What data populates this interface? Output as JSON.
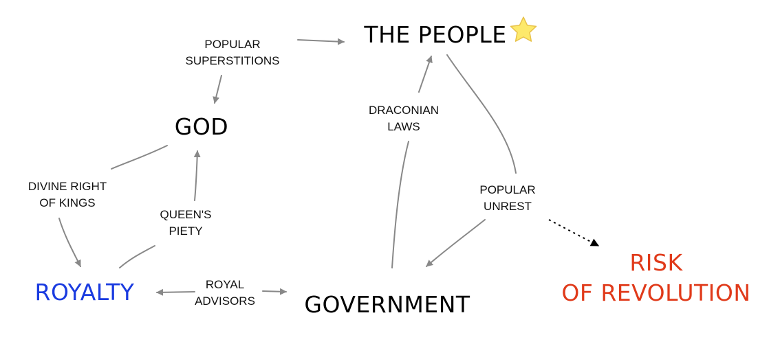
{
  "nodes": {
    "people": "THE PEOPLE",
    "god": "GOD",
    "royalty": "ROYALTY",
    "government": "GOVERNMENT",
    "risk_line1": "RISK",
    "risk_line2": "OF REVOLUTION"
  },
  "edge_labels": {
    "superstitions_1": "POPULAR",
    "superstitions_2": "SUPERSTITIONS",
    "divine_1": "DIVINE RIGHT",
    "divine_2": "OF KINGS",
    "piety_1": "QUEEN'S",
    "piety_2": "PIETY",
    "advisors_1": "ROYAL",
    "advisors_2": "ADVISORS",
    "draconian_1": "DRACONIAN",
    "draconian_2": "LAWS",
    "unrest_1": "POPULAR",
    "unrest_2": "UNREST"
  },
  "colors": {
    "default_node": "#000000",
    "royalty": "#1a3be0",
    "risk": "#e03a1a",
    "edge": "#888888",
    "star_fill": "#fde96b",
    "star_stroke": "#e8c24a"
  },
  "icons": {
    "star": "star-icon"
  }
}
